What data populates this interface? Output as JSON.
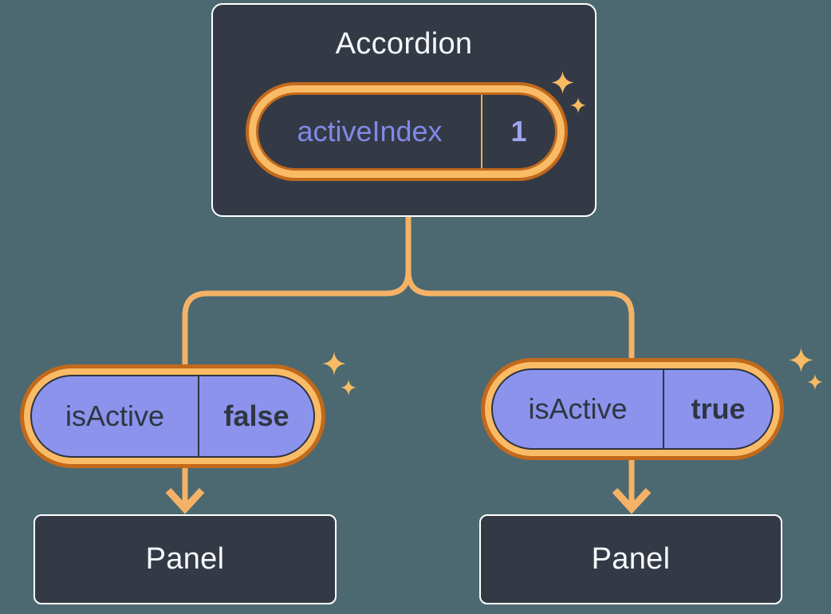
{
  "diagram": {
    "root": {
      "title": "Accordion",
      "state": {
        "label": "activeIndex",
        "value": "1"
      }
    },
    "left_child": {
      "prop": {
        "label": "isActive",
        "value": "false"
      },
      "panel_title": "Panel"
    },
    "right_child": {
      "prop": {
        "label": "isActive",
        "value": "true"
      },
      "panel_title": "Panel"
    }
  },
  "icons": {
    "sparkle": "four-point-star"
  },
  "colors": {
    "background": "#4C6971",
    "node_fill": "#333A46",
    "node_border": "#FFFFFF",
    "node_text": "#F7F8FA",
    "pill_purple": "#8B93EC",
    "pill_dark_text": "#2F3642",
    "state_label_purple": "#8089E8",
    "state_value_purple": "#9EA5F2",
    "glow_band_orange": "#F9BB66",
    "glow_ring_orange": "#C2691B",
    "connector_orange": "#F5B266",
    "sparkle_orange": "#F8BB63"
  }
}
